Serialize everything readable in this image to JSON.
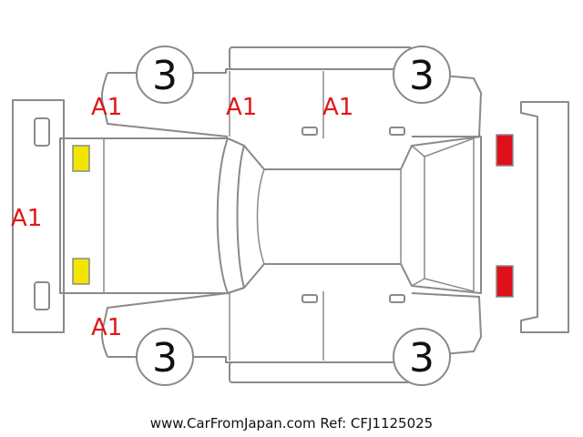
{
  "marks": {
    "front_left_fender": "A1",
    "front_door_top": "A1",
    "rear_door_top": "A1",
    "front_bumper": "A1",
    "front_right_fender": "A1"
  },
  "wheels": {
    "front_left": "3",
    "rear_left": "3",
    "front_right": "3",
    "rear_right": "3"
  },
  "colors": {
    "headlight": "#f2e600",
    "taillight": "#e0101a",
    "mark_text": "#e01818",
    "outline": "#8a8a8a"
  },
  "footer": {
    "watermark": "www.CarFromJapan.com Ref: CFJ1125025"
  }
}
